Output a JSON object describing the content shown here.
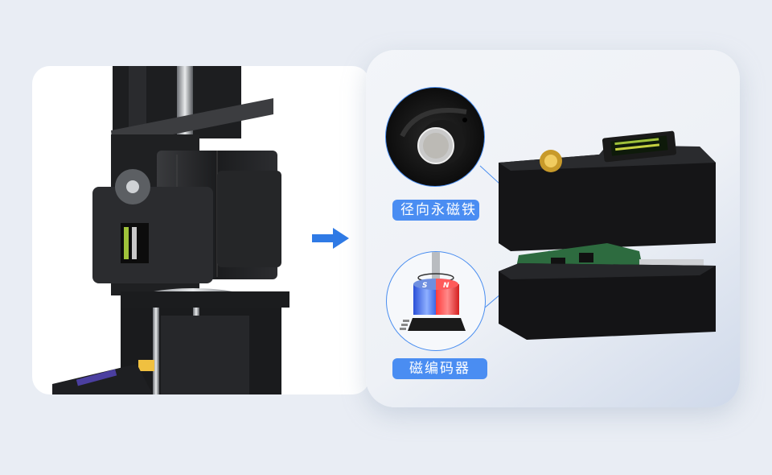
{
  "left_panel": {
    "subject": "robot arm joint with servo assembly"
  },
  "arrow": {
    "icon": "arrow-right-icon",
    "color": "#2f7ae5"
  },
  "right_panel": {
    "subject": "exploded servo showing magnet and encoder board",
    "callouts": [
      {
        "label": "径向永磁铁",
        "icon": "radial-magnet-icon"
      },
      {
        "label": "磁编码器",
        "icon": "magnetic-encoder-icon"
      }
    ],
    "magnet_poles": {
      "south": "S",
      "north": "N"
    }
  },
  "colors": {
    "background": "#e9edf4",
    "label_bg": "#4a8df2",
    "label_text": "#ffffff",
    "leader_line": "#4a8ef0",
    "pole_south": "#2e5fe6",
    "pole_north": "#e52a2a"
  }
}
